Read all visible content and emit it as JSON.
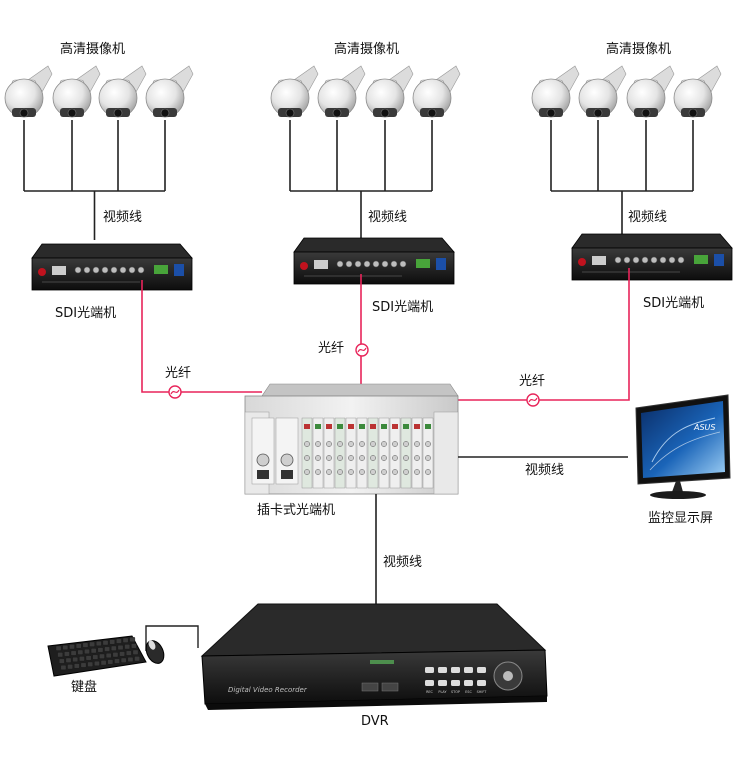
{
  "camera_group_label": "高清摄像机",
  "camera_groups": [
    {
      "label": "高清摄像机",
      "cable_label": "视频线",
      "converter_label": "SDI光端机"
    },
    {
      "label": "高清摄像机",
      "cable_label": "视频线",
      "converter_label": "SDI光端机"
    },
    {
      "label": "高清摄像机",
      "cable_label": "视频线",
      "converter_label": "SDI光端机"
    }
  ],
  "fiber_label": "光纤",
  "rack": {
    "label": "插卡式光端机"
  },
  "monitor": {
    "label": "监控显示屏",
    "cable_label": "视频线",
    "brand": "ASUS"
  },
  "dvr": {
    "label": "DVR",
    "cable_label": "视频线",
    "panel_text": "Digital Video Recorder",
    "button_labels": [
      "REC",
      "PLAY",
      "STOP",
      "ESC",
      "SHIFT"
    ]
  },
  "keyboard": {
    "label": "键盘"
  },
  "colors": {
    "fiber": "#e8245a",
    "cable": "#222222",
    "device_dark": "#1c1c1c"
  }
}
